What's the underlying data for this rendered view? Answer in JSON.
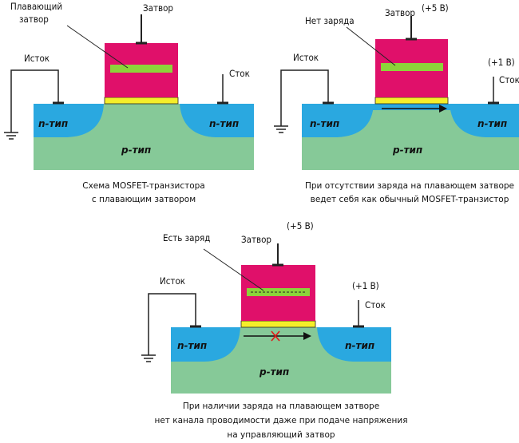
{
  "colors": {
    "gate": "#e0106a",
    "floating_gate": "#8cd43a",
    "oxide": "#f5ee2a",
    "substrate": "#86c998",
    "n_region": "#2aa8e0",
    "wire": "#222222"
  },
  "panel1": {
    "floating_gate_label": "Плавающий затвор",
    "floating_gate_line1": "Плавающий",
    "floating_gate_line2": "затвор",
    "gate_label": "Затвор",
    "source_label": "Исток",
    "drain_label": "Сток",
    "n_left": "n-тип",
    "n_right": "n-тип",
    "p_type": "p-тип",
    "caption_line1": "Схема MOSFET-транзистора",
    "caption_line2": "с плавающим затвором"
  },
  "panel2": {
    "charge_label": "Нет заряда",
    "gate_label": "Затвор",
    "gate_voltage": "(+5 В)",
    "source_label": "Исток",
    "drain_label": "Сток",
    "drain_voltage": "(+1 В)",
    "n_left": "n-тип",
    "n_right": "n-тип",
    "p_type": "p-тип",
    "caption_line1": "При отсутствии заряда на плавающем затворе",
    "caption_line2": "ведет себя как обычный MOSFET-транзистор"
  },
  "panel3": {
    "charge_label": "Есть заряд",
    "gate_label": "Затвор",
    "gate_voltage": "(+5 В)",
    "source_label": "Исток",
    "drain_label": "Сток",
    "drain_voltage": "(+1 В)",
    "n_left": "n-тип",
    "n_right": "n-тип",
    "p_type": "p-тип",
    "caption_line1": "При наличии заряда на плавающем затворе",
    "caption_line2": "нет канала проводимости даже при подаче напряжения",
    "caption_line3": "на управляющий затвор"
  }
}
